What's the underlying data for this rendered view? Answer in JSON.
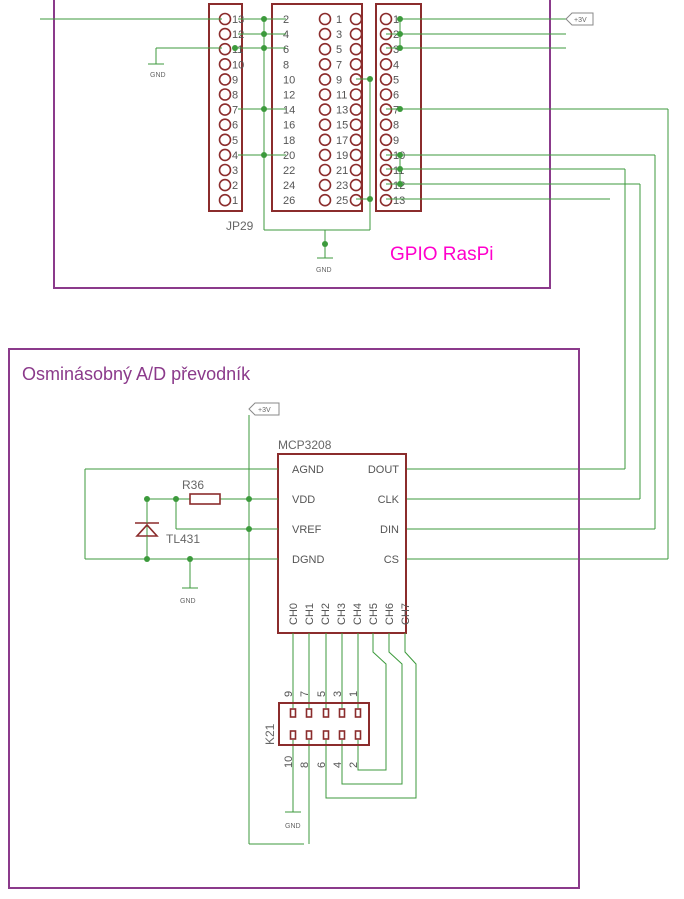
{
  "diagram": {
    "gpio_title": "GPIO RasPi",
    "adc_title": "Osminásobný A/D převodník",
    "supply_label": "+3V",
    "ground_label": "GND",
    "header_jp29": {
      "name": "JP29",
      "left_column": [
        "13",
        "12",
        "11",
        "10",
        "9",
        "8",
        "7",
        "6",
        "5",
        "4",
        "3",
        "2",
        "1"
      ],
      "center_left_column": [
        "2",
        "4",
        "6",
        "8",
        "10",
        "12",
        "14",
        "16",
        "18",
        "20",
        "22",
        "24",
        "26"
      ],
      "center_right_column": [
        "1",
        "3",
        "5",
        "7",
        "9",
        "11",
        "13",
        "15",
        "17",
        "19",
        "21",
        "23",
        "25"
      ],
      "right_column": [
        "1",
        "2",
        "3",
        "4",
        "5",
        "6",
        "7",
        "8",
        "9",
        "10",
        "11",
        "12",
        "13"
      ]
    },
    "adc": {
      "name": "MCP3208",
      "left_pins": [
        "AGND",
        "VDD",
        "VREF",
        "DGND"
      ],
      "right_pins": [
        "DOUT",
        "CLK",
        "DIN",
        "CS"
      ],
      "bottom_pins": [
        "CH0",
        "CH1",
        "CH2",
        "CH3",
        "CH4",
        "CH5",
        "CH6",
        "CH7"
      ]
    },
    "resistor": "R36",
    "reference": "TL431",
    "connector_k21": {
      "name": "K21",
      "top_row": [
        "9",
        "7",
        "5",
        "3",
        "1"
      ],
      "bottom_row": [
        "10",
        "8",
        "6",
        "4",
        "2"
      ]
    }
  }
}
